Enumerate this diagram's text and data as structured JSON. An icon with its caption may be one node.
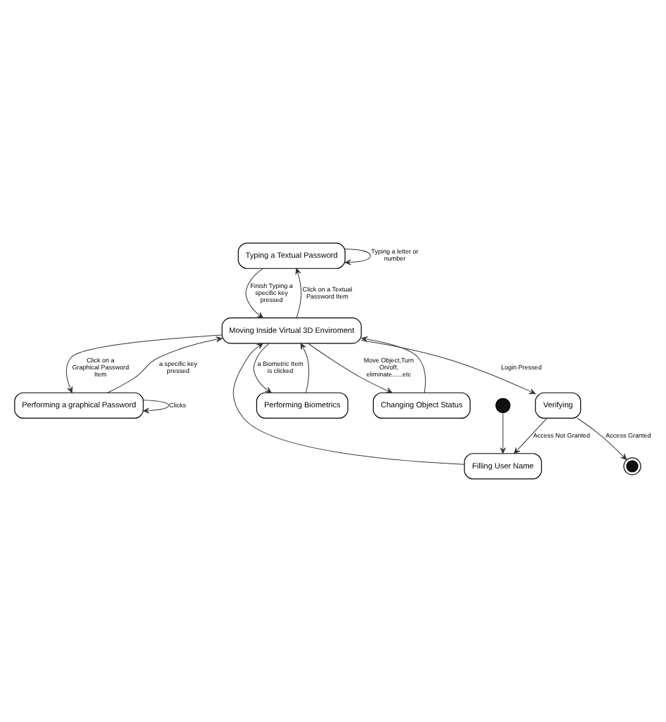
{
  "diagram": {
    "nodes": [
      {
        "text": [
          "Typing a Textual Password"
        ]
      },
      {
        "text": [
          "Performing a graphical Password"
        ]
      },
      {
        "text": [],
        "shape": "circle"
      },
      {
        "text": [
          "Filling User Name"
        ]
      },
      {
        "text": [
          "Moving Inside Virtual 3D Enviroment"
        ]
      },
      {
        "text": [
          "Performing Biometrics"
        ]
      },
      {
        "text": [
          "Changing Object Status"
        ]
      },
      {
        "text": [
          "Verifying"
        ]
      },
      {
        "text": [],
        "shape": "circle"
      }
    ],
    "edges": [
      {
        "from": 0,
        "to": 0,
        "arrow": "to",
        "label": "Typing a letter or  number"
      },
      {
        "from": 1,
        "to": 1,
        "arrow": "to",
        "label": "Clicks"
      },
      {
        "from": 2,
        "to": 3,
        "arrow": "to"
      },
      {
        "from": 3,
        "to": 4,
        "arrow": "to"
      },
      {
        "from": 4,
        "to": 0,
        "arrow": "to",
        "label": "Click on a Textual Password Item"
      },
      {
        "from": 0,
        "to": 4,
        "arrow": "to",
        "label": "Finish Typing a specific key pressed"
      },
      {
        "from": 4,
        "to": 1,
        "arrow": "to",
        "label": "Click on a Graphical Password Item"
      },
      {
        "from": 1,
        "to": 4,
        "arrow": "to",
        "label": "a specific key pressed"
      },
      {
        "from": 4,
        "to": 5,
        "arrow": "to",
        "label": "a Biometric Item is clicked"
      },
      {
        "from": 5,
        "to": 4,
        "arrow": "to"
      },
      {
        "from": 4,
        "to": 6,
        "arrow": "to",
        "label": "Move Object,Turn On/off, eliminate......etc"
      },
      {
        "from": 6,
        "to": 4,
        "arrow": "to"
      },
      {
        "from": 4,
        "to": 7,
        "arrow": "to",
        "label": "Login Pressed"
      },
      {
        "from": 7,
        "to": 3,
        "arrow": "to",
        "label": "Access Not Granted"
      },
      {
        "from": 7,
        "to": 8,
        "arrow": "to",
        "label": "Access Granted"
      }
    ]
  }
}
